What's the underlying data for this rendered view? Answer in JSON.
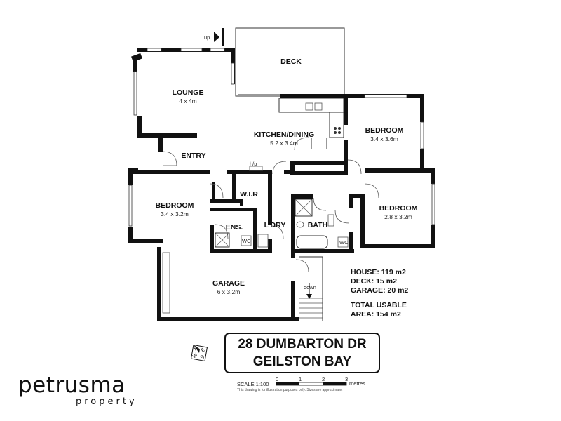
{
  "rooms": {
    "deck": {
      "name": "DECK"
    },
    "lounge": {
      "name": "LOUNGE",
      "size": "4 x 4m"
    },
    "kitchen": {
      "name": "KITCHEN/DINING",
      "size": "5.2 x 3.4m"
    },
    "bedroom1": {
      "name": "BEDROOM",
      "size": "3.4 x 3.6m"
    },
    "entry": {
      "name": "ENTRY"
    },
    "wir": {
      "name": "W.I.R"
    },
    "bedroom2": {
      "name": "BEDROOM",
      "size": "3.4 x 3.2m"
    },
    "ensuite": {
      "name": "ENS."
    },
    "laundry": {
      "name": "L'DRY"
    },
    "bath": {
      "name": "BATH"
    },
    "bedroom3": {
      "name": "BEDROOM",
      "size": "2.8 x 3.2m"
    },
    "garage": {
      "name": "GARAGE",
      "size": "6 x 3.2m"
    }
  },
  "labels": {
    "up": "up",
    "down": "down",
    "hp": "h/p",
    "wc": "WC"
  },
  "areas": {
    "house": "HOUSE: 119 m2",
    "deck": "DECK: 15 m2",
    "garage": "GARAGE: 20 m2",
    "total_line1": "TOTAL USABLE",
    "total_line2": "AREA: 154 m2"
  },
  "address": {
    "line1": "28 DUMBARTON DR",
    "line2": "GEILSTON BAY"
  },
  "compass": {
    "n": "N",
    "e": "E",
    "s": "S",
    "w": "W"
  },
  "scale": {
    "label": "SCALE 1:100",
    "ticks": [
      "0",
      "1",
      "2",
      "3"
    ],
    "unit": "metres",
    "disclaimer": "This drawing is for illustration purposes only. Sizes are approximate."
  },
  "brand": {
    "name": "petrusma",
    "sub": "property"
  }
}
